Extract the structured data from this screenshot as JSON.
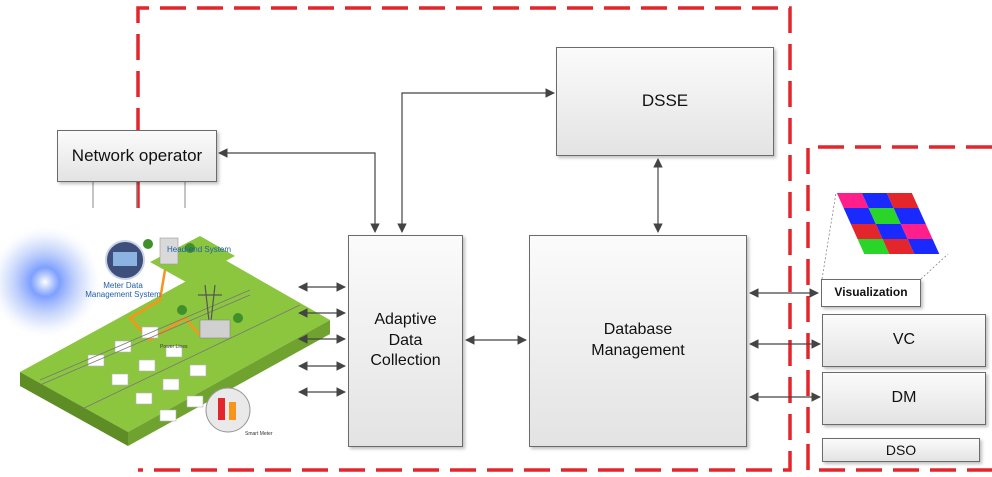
{
  "nodes": {
    "network_operator": "Network operator",
    "dsse": "DSSE",
    "adaptive_data_collection": "Adaptive\nData\nCollection",
    "database_management": "Database\nManagement",
    "visualization": "Visualization",
    "vc": "VC",
    "dm": "DM",
    "dso": "DSO"
  },
  "illustration": {
    "head_end_system": "Head-end System",
    "meter_data_management_system": "Meter Data\nManagement System",
    "power_lines": "Power Lines",
    "smart_meter": "Smart Meter"
  },
  "colors": {
    "boundary": "#e3262c",
    "arrow": "#444444",
    "box_border": "#6b6b6b",
    "ground": "#8cc63f",
    "glow": "#4a7bff",
    "accent_line": "#f7941d",
    "label_blue": "#1f5fa8"
  },
  "icons": [
    "smart-grid-illustration",
    "heatmap-thumbnail"
  ]
}
